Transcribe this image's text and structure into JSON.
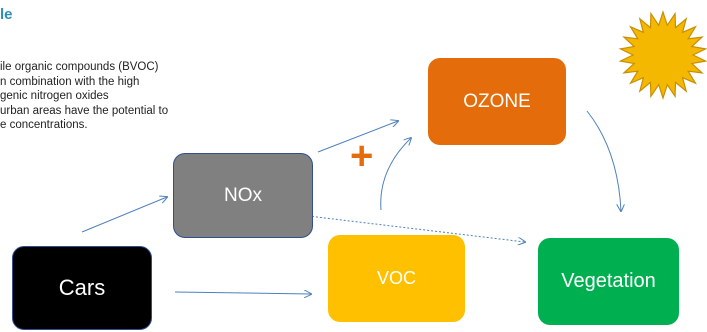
{
  "title": "le",
  "body_lines": [
    "ile organic compounds (BVOC)",
    "n combination with the high",
    "genic nitrogen oxides",
    "urban areas have the potential to",
    "e concentrations."
  ],
  "nodes": {
    "cars": "Cars",
    "nox": "NOx",
    "ozone": "OZONE",
    "voc": "VOC",
    "vegetation": "Vegetation"
  },
  "plus_symbol": "+",
  "colors": {
    "title": "#2e8fb5",
    "cars": "#000000",
    "nox": "#808080",
    "ozone": "#e46c0a",
    "voc": "#ffc000",
    "vegetation": "#00b050",
    "sun_fill": "#f5b800",
    "sun_stroke": "#c98e00",
    "arrow": "#4f81bd"
  },
  "icons": [
    "sun-icon"
  ]
}
